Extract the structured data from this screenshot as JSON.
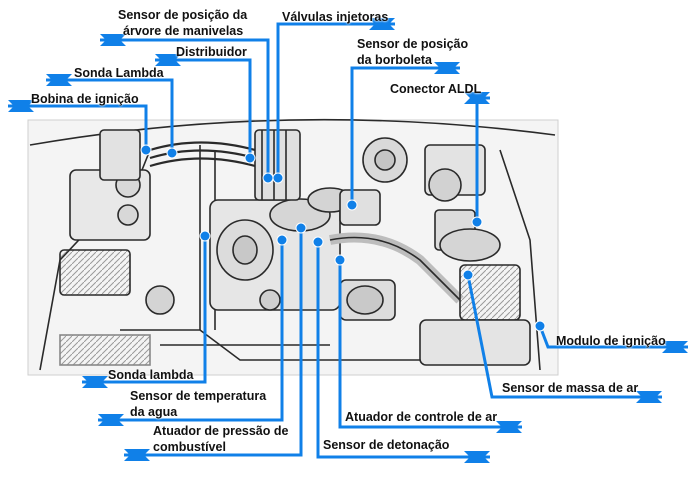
{
  "colors": {
    "leader": "#1080e8",
    "engine_line": "#2a2a2a",
    "engine_fill": "#e6e6e6",
    "background": "#ffffff"
  },
  "labels": {
    "sensor_posicao_manivelas_l1": "Sensor de posição da",
    "sensor_posicao_manivelas_l2": "árvore de manivelas",
    "valvulas_injetoras": "Válvulas injetoras",
    "distribuidor": "Distribuidor",
    "sensor_posicao_borboleta_l1": "Sensor de posição",
    "sensor_posicao_borboleta_l2": "da borboleta",
    "sonda_lambda_top": "Sonda Lambda",
    "conector_aldl": "Conector ALDL",
    "bobina_ignicao": "Bobina de ignição",
    "modulo_ignicao": "Modulo de ignição",
    "sonda_lambda_bottom": "Sonda lambda",
    "sensor_massa_ar": "Sensor de massa de ar",
    "sensor_temperatura_l1": "Sensor de temperatura",
    "sensor_temperatura_l2": "da agua",
    "atuador_controle_ar": "Atuador de controle de ar",
    "atuador_pressao_l1": "Atuador de pressão de",
    "atuador_pressao_l2": "combustível",
    "sensor_detonacao": "Sensor de detonação"
  }
}
